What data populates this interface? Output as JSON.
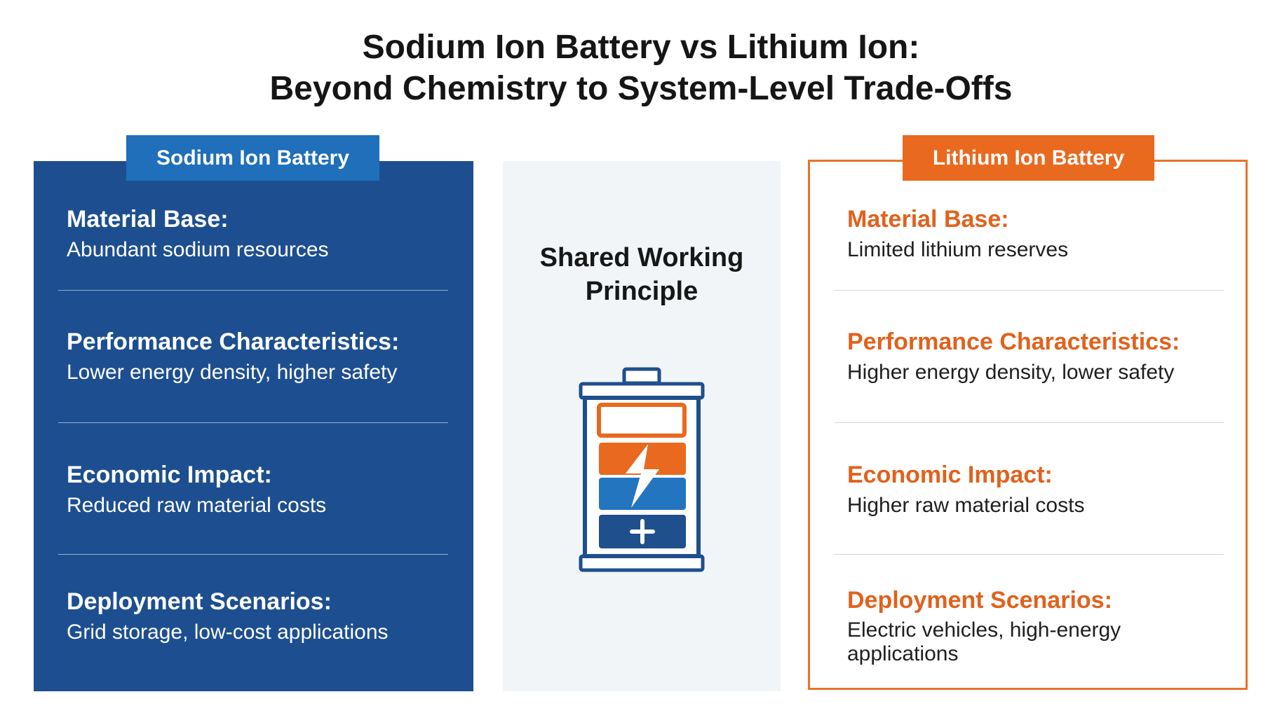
{
  "title": {
    "line1": "Sodium Ion Battery vs Lithium Ion:",
    "line2": "Beyond Chemistry to System-Level Trade-Offs"
  },
  "sodium": {
    "tab": "Sodium Ion Battery",
    "items": [
      {
        "label": "Material Base:",
        "desc": "Abundant sodium resources"
      },
      {
        "label": "Performance Characteristics:",
        "desc": "Lower energy density, higher safety"
      },
      {
        "label": "Economic Impact:",
        "desc": "Reduced raw material costs"
      },
      {
        "label": "Deployment Scenarios:",
        "desc": "Grid storage, low-cost applications"
      }
    ]
  },
  "shared": {
    "title_line1": "Shared Working",
    "title_line2": "Principle",
    "icon": "battery-icon"
  },
  "lithium": {
    "tab": "Lithium Ion Battery",
    "items": [
      {
        "label": "Material Base:",
        "desc": "Limited lithium reserves"
      },
      {
        "label": "Performance Characteristics:",
        "desc": "Higher energy density, lower safety"
      },
      {
        "label": "Economic Impact:",
        "desc": "Higher raw material costs"
      },
      {
        "label": "Deployment Scenarios:",
        "desc": "Electric vehicles, high-energy applications"
      }
    ]
  },
  "colors": {
    "sodium_panel": "#1d4f90",
    "sodium_tab": "#1f6fba",
    "lithium_accent": "#e9691f",
    "battery_outline": "#1f4f8c",
    "battery_orange": "#e9691f",
    "battery_blue": "#2375c0",
    "battery_navy": "#1f4f8c"
  }
}
